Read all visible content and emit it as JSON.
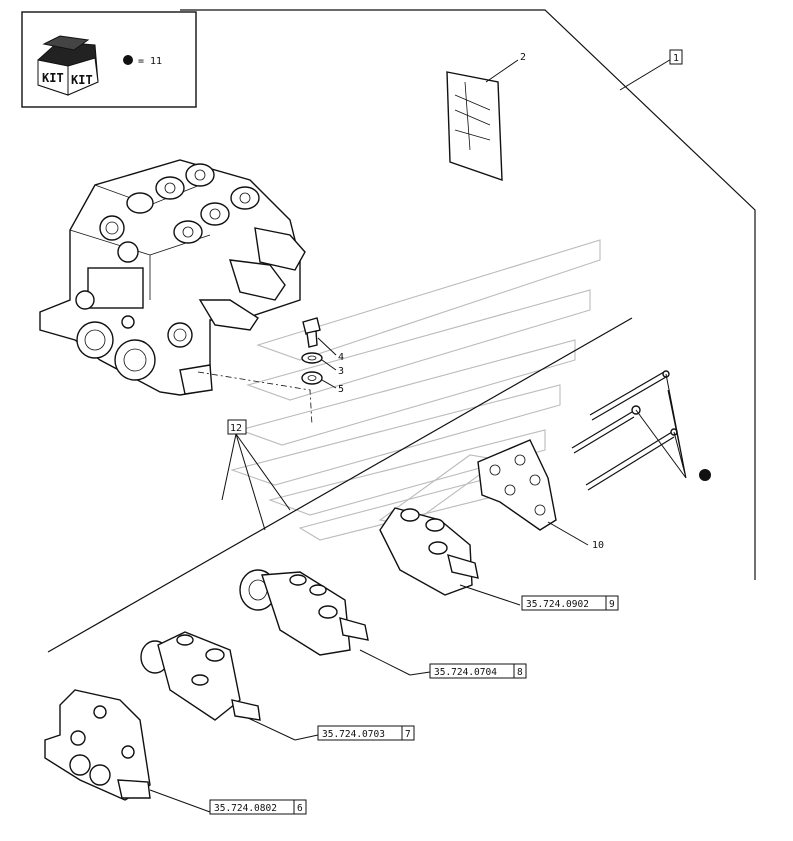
{
  "kit_legend": {
    "icon_text_left": "KIT",
    "icon_text_right": "KIT",
    "equals_text": "= 11"
  },
  "callouts": {
    "main_assembly": "1",
    "manual": "2",
    "washer_upper": "3",
    "bolt": "4",
    "washer_lower": "5",
    "bracket": "10",
    "section_group": "12"
  },
  "references": [
    {
      "code": "35.724.0902",
      "index": "9"
    },
    {
      "code": "35.724.0704",
      "index": "8"
    },
    {
      "code": "35.724.0703",
      "index": "7"
    },
    {
      "code": "35.724.0802",
      "index": "6"
    }
  ],
  "colors": {
    "ink": "#111111",
    "watermark": "#bbbbbb",
    "background": "#ffffff"
  }
}
